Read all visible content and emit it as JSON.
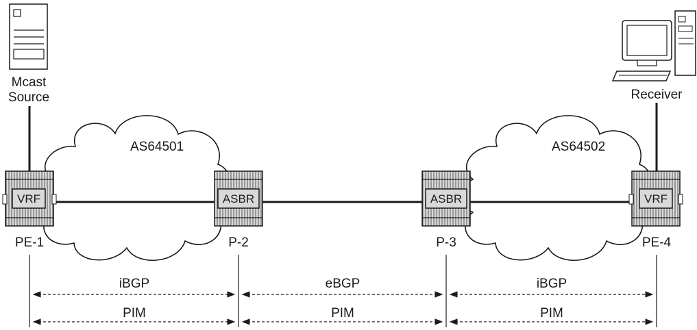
{
  "source": {
    "line1": "Mcast",
    "line2": "Source"
  },
  "receiver": {
    "label": "Receiver"
  },
  "clouds": [
    {
      "label": "AS64501"
    },
    {
      "label": "AS64502"
    }
  ],
  "routers": [
    {
      "name": "PE-1",
      "box": "VRF"
    },
    {
      "name": "P-2",
      "box": "ASBR"
    },
    {
      "name": "P-3",
      "box": "ASBR"
    },
    {
      "name": "PE-4",
      "box": "VRF"
    }
  ],
  "sessions": {
    "bgp": [
      "iBGP",
      "eBGP",
      "iBGP"
    ],
    "pim": [
      "PIM",
      "PIM",
      "PIM"
    ]
  },
  "colors": {
    "router_fill": "#d9d9d9",
    "line": "#1a1a1a"
  }
}
